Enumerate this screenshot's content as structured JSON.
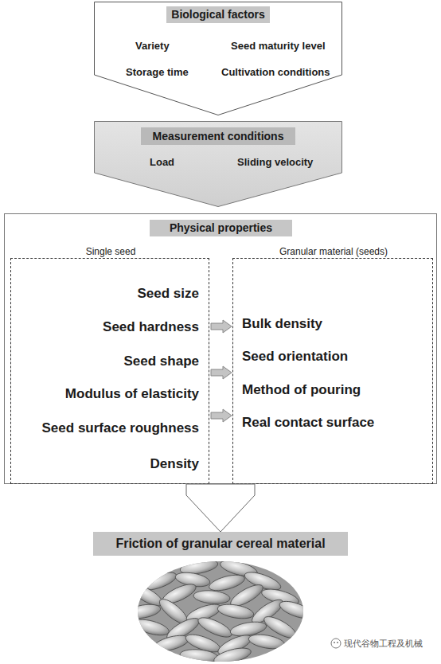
{
  "diagram": {
    "nodes": [
      {
        "text": [
          "Biological factors",
          "Variety",
          "Seed maturity level",
          "Storage time",
          "Cultivation conditions"
        ]
      },
      {
        "text": [
          "Measurement conditions",
          "Load",
          "Sliding velocity"
        ]
      },
      {
        "text": [
          "Physical properties"
        ]
      },
      {
        "text": [
          "Single seed",
          "Seed size",
          "Seed hardness",
          "Seed shape",
          "Modulus of elasticity",
          "Seed surface roughness",
          "Density"
        ],
        "in": 2
      },
      {
        "text": [
          "Granular material (seeds)",
          "Bulk density",
          "Seed orientation",
          "Method of pouring",
          "Real contact surface"
        ],
        "in": 2
      },
      {
        "text": [
          "Friction of granular cereal material"
        ]
      }
    ],
    "edges": [
      {
        "from": 3,
        "to": 4,
        "arrow": "to"
      },
      {
        "from": 3,
        "to": 4,
        "arrow": "to"
      },
      {
        "from": 3,
        "to": 4,
        "arrow": "to"
      },
      {
        "from": 2,
        "to": 5,
        "arrow": "to"
      }
    ],
    "labels": [
      "现代谷物工程及机械"
    ]
  }
}
